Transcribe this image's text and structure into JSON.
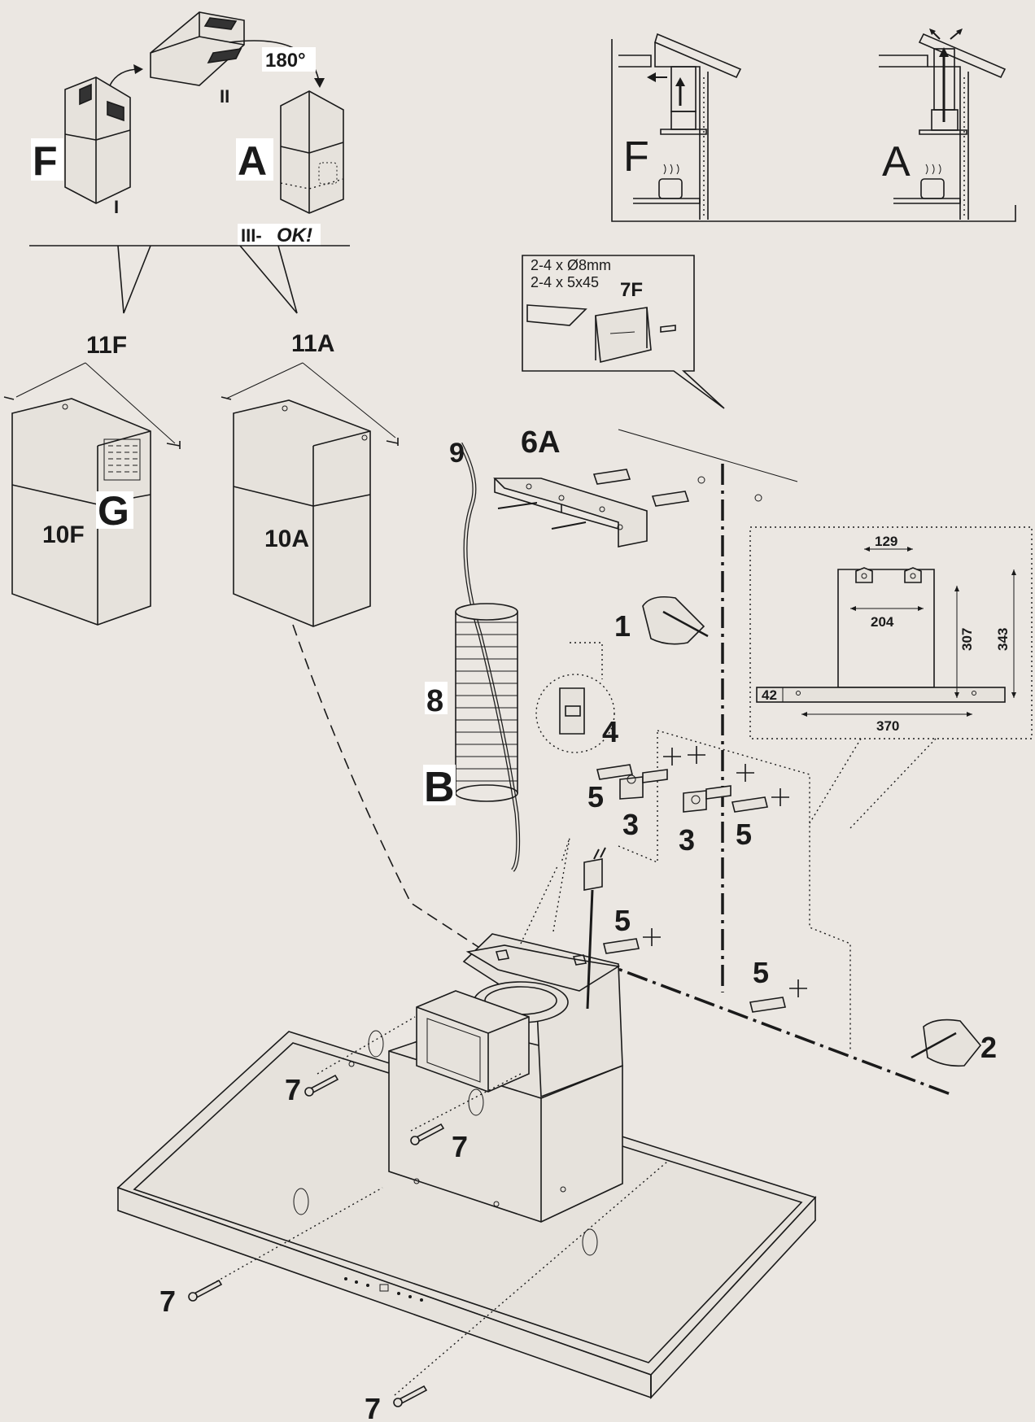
{
  "colors": {
    "background": "#ebe7e2",
    "ink": "#1a1a1a"
  },
  "panel_modes": {
    "filter_label": "F",
    "extraction_label": "A",
    "step_1": "I",
    "step_2": "II",
    "step_3_prefix": "III-",
    "step_3_ok": "OK!",
    "rotation": "180°"
  },
  "panel_install": {
    "filter_label": "F",
    "extraction_label": "A"
  },
  "fixing_box": {
    "line1": "2-4 x Ø8mm",
    "line2": "2-4 x 5x45",
    "part": "7F"
  },
  "chimney": {
    "filter_upper": "11F",
    "extraction_upper": "11A",
    "filter_lower": "10F",
    "extraction_lower": "10A",
    "grille": "G"
  },
  "parts": {
    "cable": "9",
    "bracket": "6A",
    "duct": "8",
    "duct_variant": "B",
    "step_mark_wall": "1",
    "step_mark_ceiling": "2",
    "hook": "4",
    "plug_a": "5",
    "plug_b": "5",
    "plug_c": "5",
    "plug_d": "5",
    "support_a": "3",
    "support_b": "3",
    "screw_a": "7",
    "screw_b": "7",
    "screw_c": "7",
    "screw_d": "7"
  },
  "dimensions": {
    "d129": "129",
    "d204": "204",
    "d307": "307",
    "d343": "343",
    "d42": "42",
    "d370": "370"
  }
}
